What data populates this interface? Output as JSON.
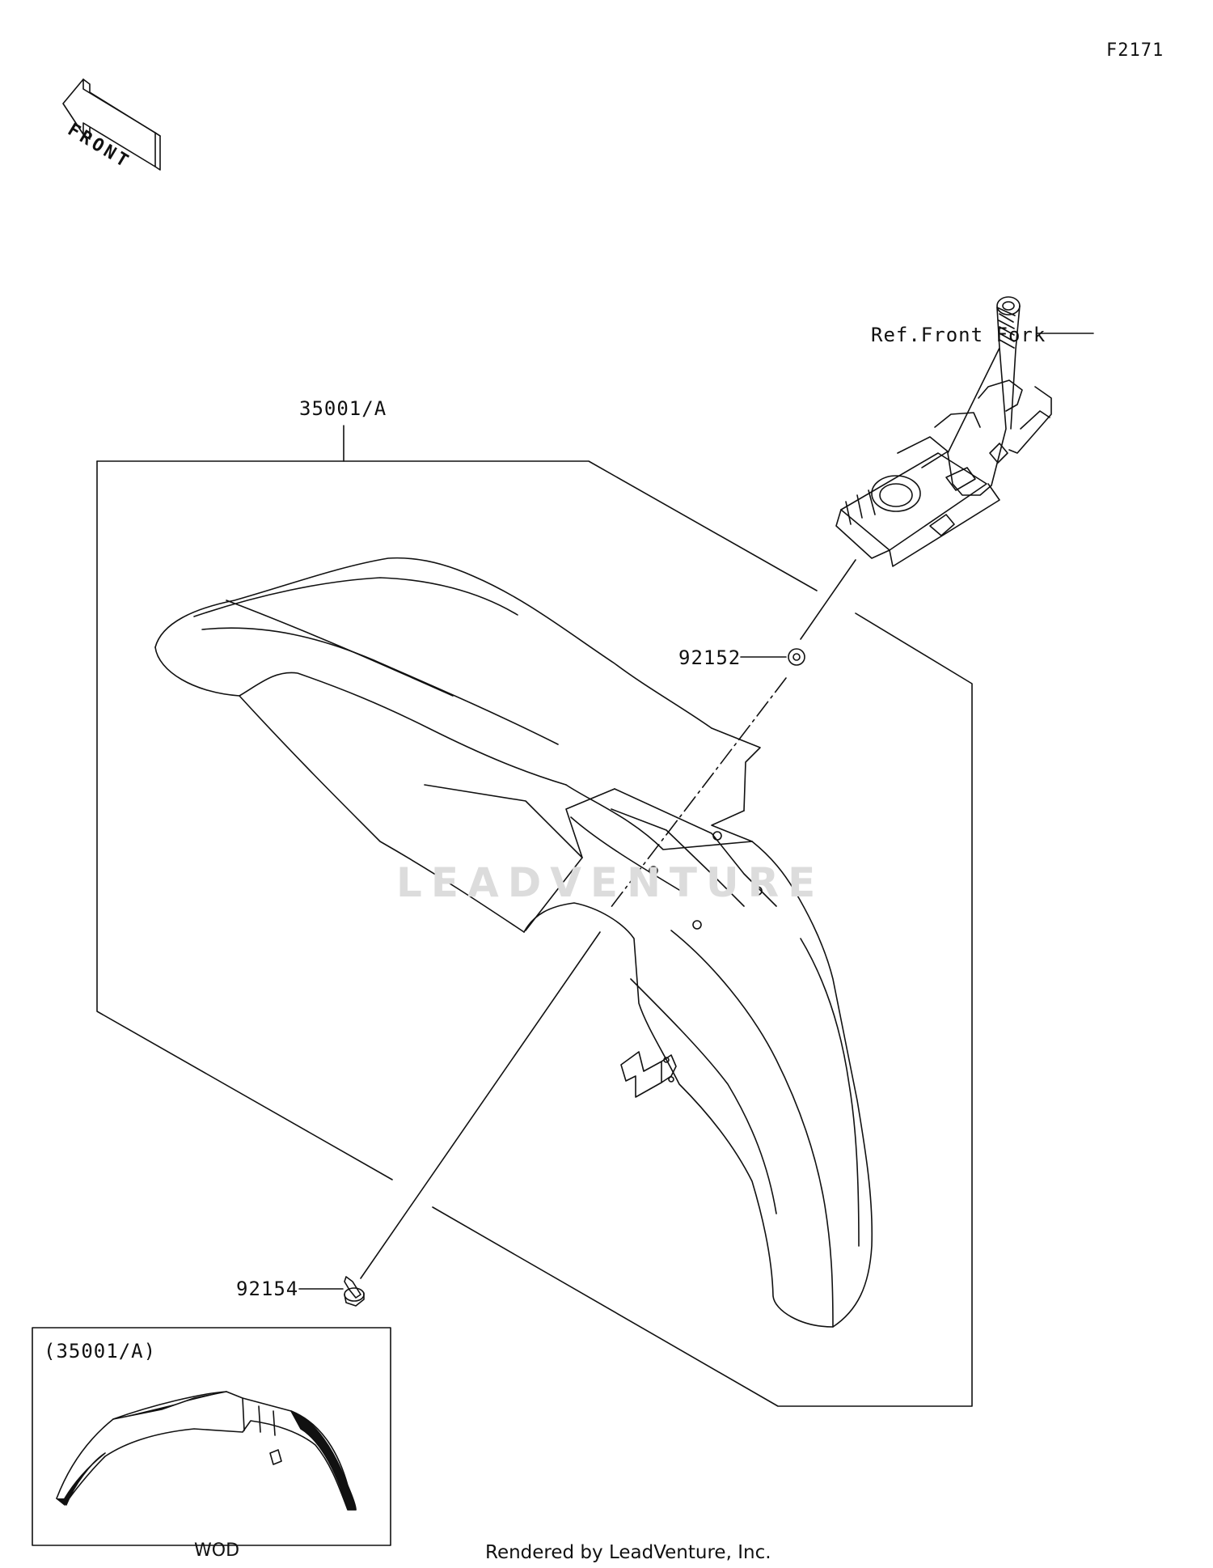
{
  "diagram_code": "F2171",
  "front_arrow_text": "FRONT",
  "ref_label": "Ref.Front Fork",
  "callouts": {
    "fender_kit": "35001/A",
    "upper_bolt": "92152",
    "lower_bolt": "92154"
  },
  "inset": {
    "title": "(35001/A)",
    "caption": "WOD"
  },
  "watermark": "LEADVENTURE",
  "footer": "Rendered by LeadVenture, Inc."
}
